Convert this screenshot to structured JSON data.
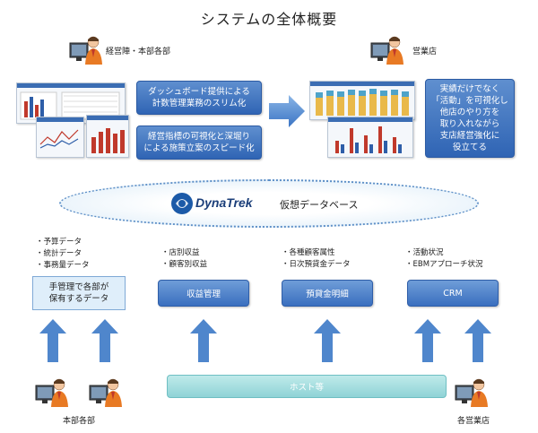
{
  "title": "システムの全体概要",
  "top_left_caption": "経営陣・本部各部",
  "top_right_caption": "営業店",
  "left_box_1": "ダッシュボード提供による\n計数管理業務のスリム化",
  "left_box_2": "経営指標の可視化と深堀り\nによる施策立案のスピード化",
  "right_box": "実績だけでなく\n「活動」を可視化し\n他店のやり方を\n取り入れながら\n支店経営強化に\n役立てる",
  "logo_text": "DynaTrek",
  "virtual_db": "仮想データベース",
  "col1_bullets": [
    "予算データ",
    "統計データ",
    "事務量データ"
  ],
  "col2_bullets": [
    "店別収益",
    "顧客別収益"
  ],
  "col3_bullets": [
    "各種顧客属性",
    "日次預貸金データ"
  ],
  "col4_bullets": [
    "活動状況",
    "EBMアプローチ状況"
  ],
  "box_manual": "手管理で各部が\n保有するデータ",
  "box_revenue": "収益管理",
  "box_loans": "預貸金明細",
  "box_crm": "CRM",
  "host": "ホスト等",
  "bottom_left_caption": "本部各部",
  "bottom_right_caption": "各営業店",
  "colors": {
    "accent_blue": "#2f64b4",
    "arrow_blue": "#4f86cc",
    "host_teal": "#8fd3d6"
  }
}
